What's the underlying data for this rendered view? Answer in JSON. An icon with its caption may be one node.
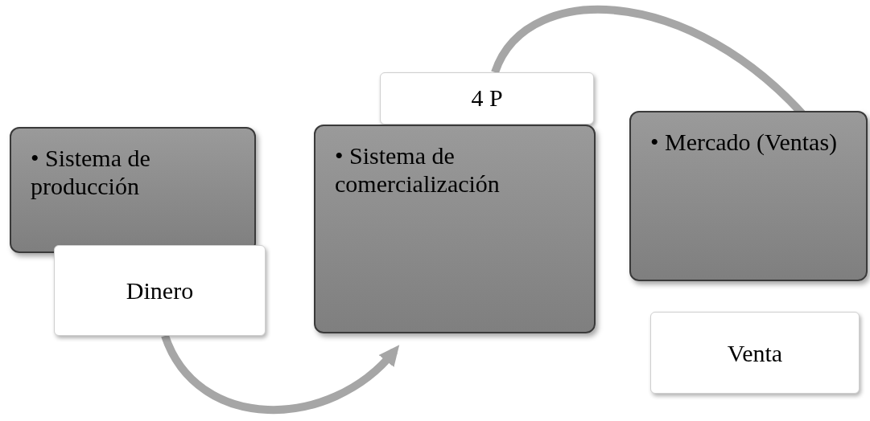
{
  "diagram": {
    "nodes": [
      {
        "text": [
          "• Sistema de producción"
        ]
      },
      {
        "text": [
          "Dinero"
        ]
      },
      {
        "text": [
          "4 P"
        ]
      },
      {
        "text": [
          "• Sistema de comercialización"
        ]
      },
      {
        "text": [
          "• Mercado (Ventas)"
        ]
      },
      {
        "text": [
          "Venta"
        ]
      }
    ],
    "edges": [
      {
        "from": 1,
        "to": 3,
        "arrow": "to"
      },
      {
        "from": 2,
        "to": 4,
        "arrow": "to"
      }
    ]
  }
}
